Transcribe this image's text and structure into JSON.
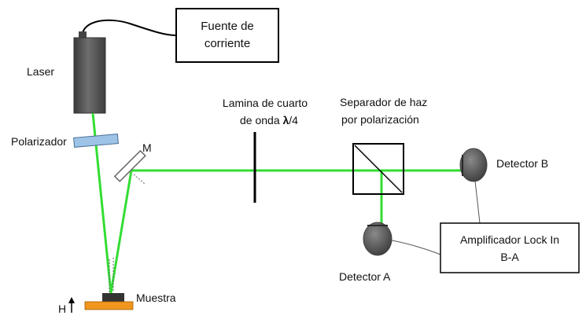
{
  "labels": {
    "current_source_line1": "Fuente de",
    "current_source_line2": "corriente",
    "laser": "Laser",
    "polarizer": "Polarizador",
    "mirror": "M",
    "quarter_wave_line1": "Lamina de cuarto",
    "quarter_wave_line2_prefix": "de onda ",
    "quarter_wave_symbol": "λ",
    "quarter_wave_suffix": "/4",
    "beam_splitter_line1": "Separador de haz",
    "beam_splitter_line2": "por polarización",
    "detector_b": "Detector B",
    "detector_a": "Detector A",
    "lockin_line1": "Amplificador Lock In",
    "lockin_line2": "B-A",
    "sample": "Muestra",
    "field": "H"
  },
  "colors": {
    "laser_beam": "#33dd33",
    "laser_body": "#555555",
    "polarizer": "#9dc3e6",
    "sample_base": "#f0961e",
    "sample_top": "#333333",
    "detector": "#555555"
  }
}
